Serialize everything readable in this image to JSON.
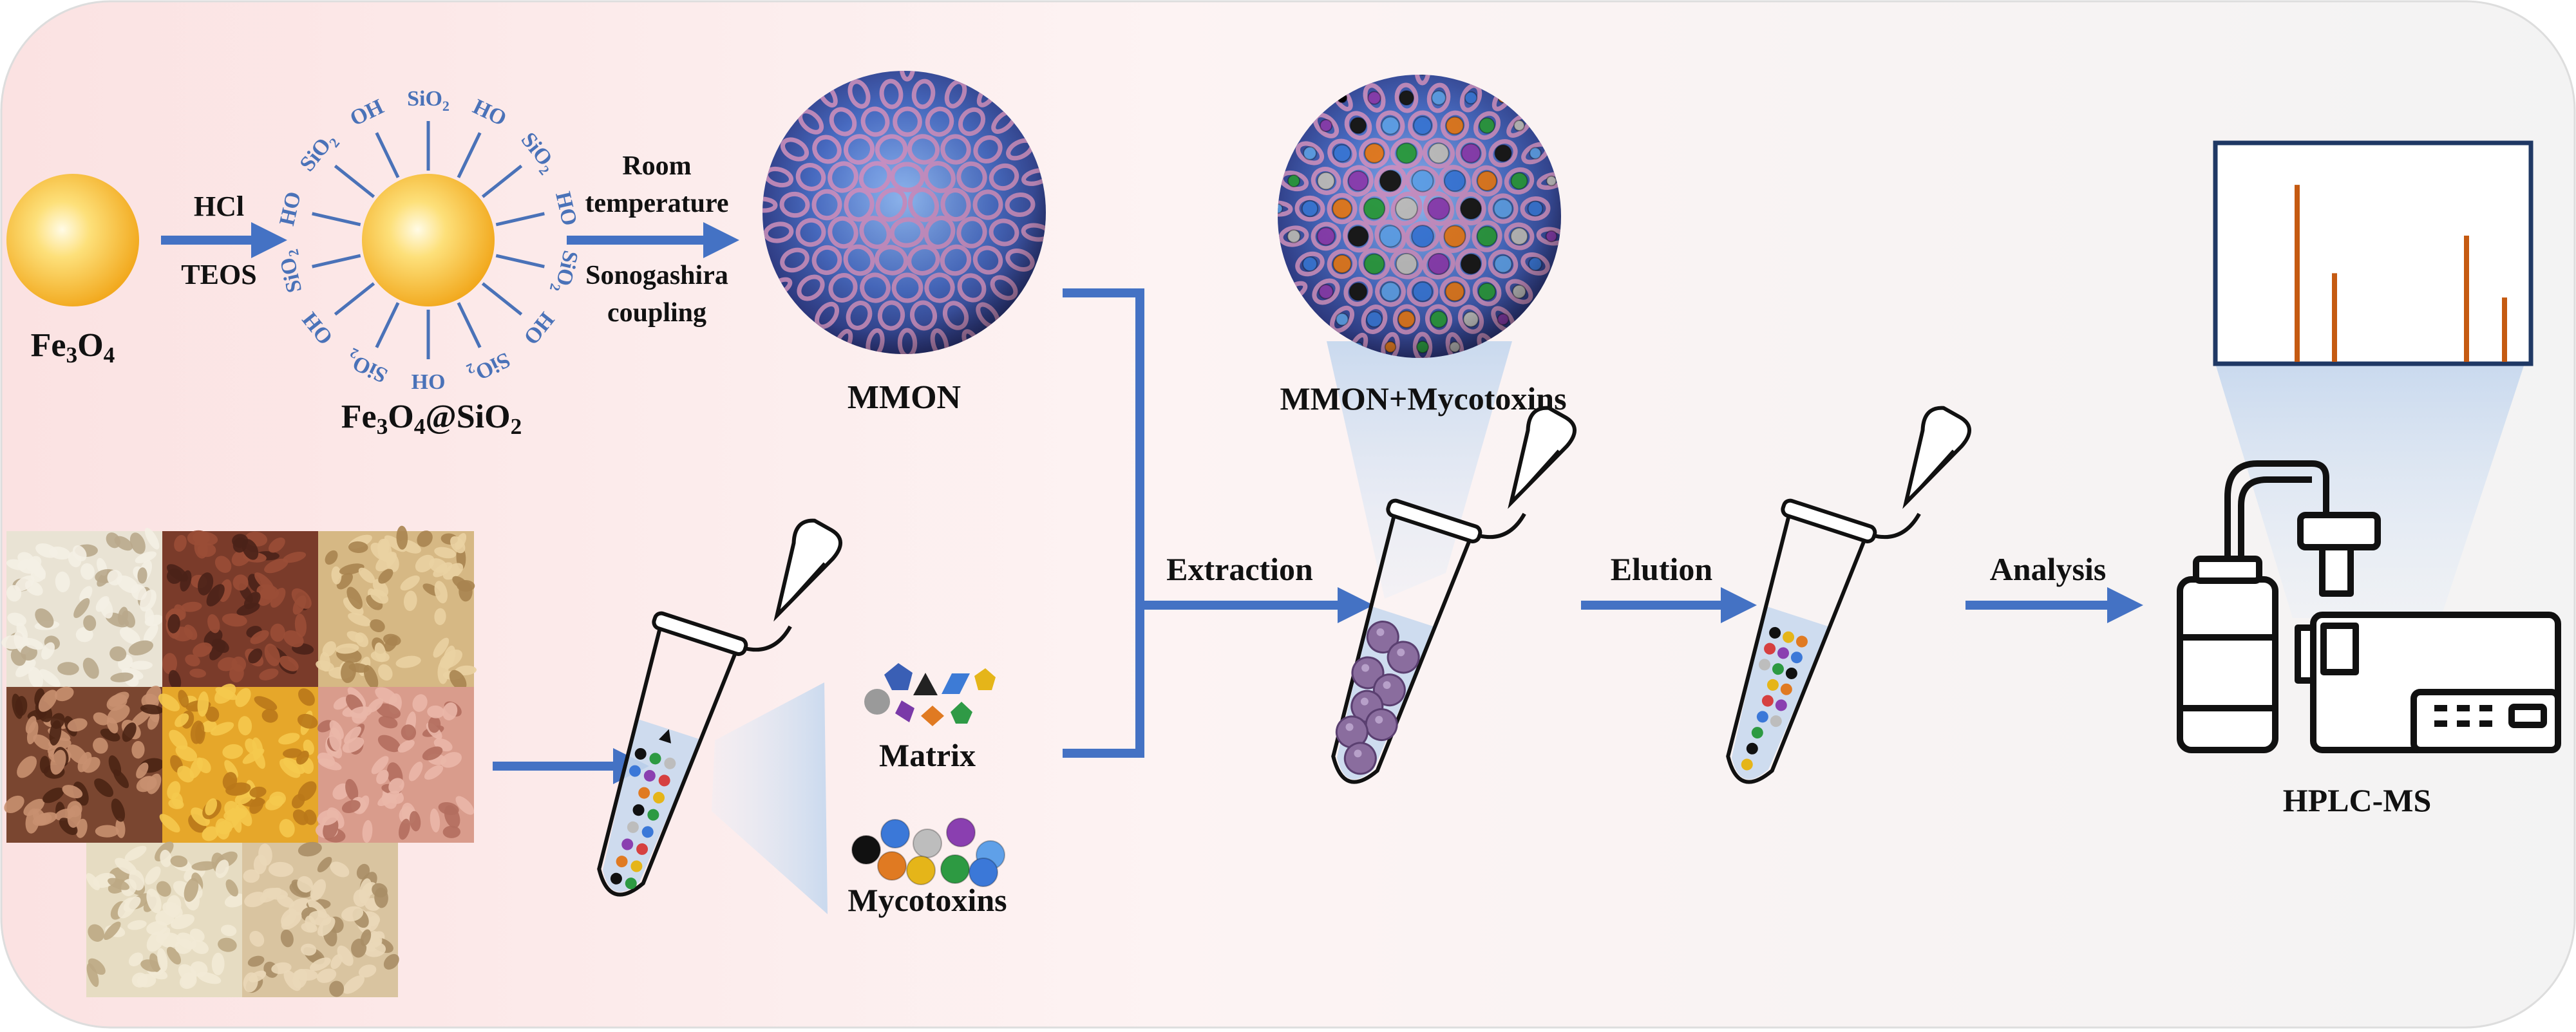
{
  "labels": {
    "fe3o4": "Fe3O4",
    "hcl": "HCl",
    "teos": "TEOS",
    "fe3o4_sio2": "Fe3O4@SiO2",
    "room": "Room",
    "temperature": "temperature",
    "sonogashira": "Sonogashira",
    "coupling": "coupling",
    "mmon": "MMON",
    "mmon_myco": "MMON+Mycotoxins",
    "matrix": "Matrix",
    "mycotoxins": "Mycotoxins",
    "extraction": "Extraction",
    "elution": "Elution",
    "analysis": "Analysis",
    "hplc_ms": "HPLC-MS"
  },
  "shell_groups": [
    "SiO2",
    "HO",
    "SiO2",
    "HO",
    "SiO2",
    "HO",
    "SiO2",
    "OH",
    "SiO2",
    "OH",
    "SiO2",
    "HO",
    "SiO2",
    "OH"
  ],
  "colors": {
    "arrow": "#4472C4",
    "gold": "#F7B52C",
    "mmon": "#9A6FA0",
    "chrom_peak": "#C55A11",
    "frame": "#1F3864",
    "shell_text": "#4A72B8"
  },
  "chromatogram_peaks": [
    0.81,
    0.41,
    0.58,
    0.3
  ]
}
